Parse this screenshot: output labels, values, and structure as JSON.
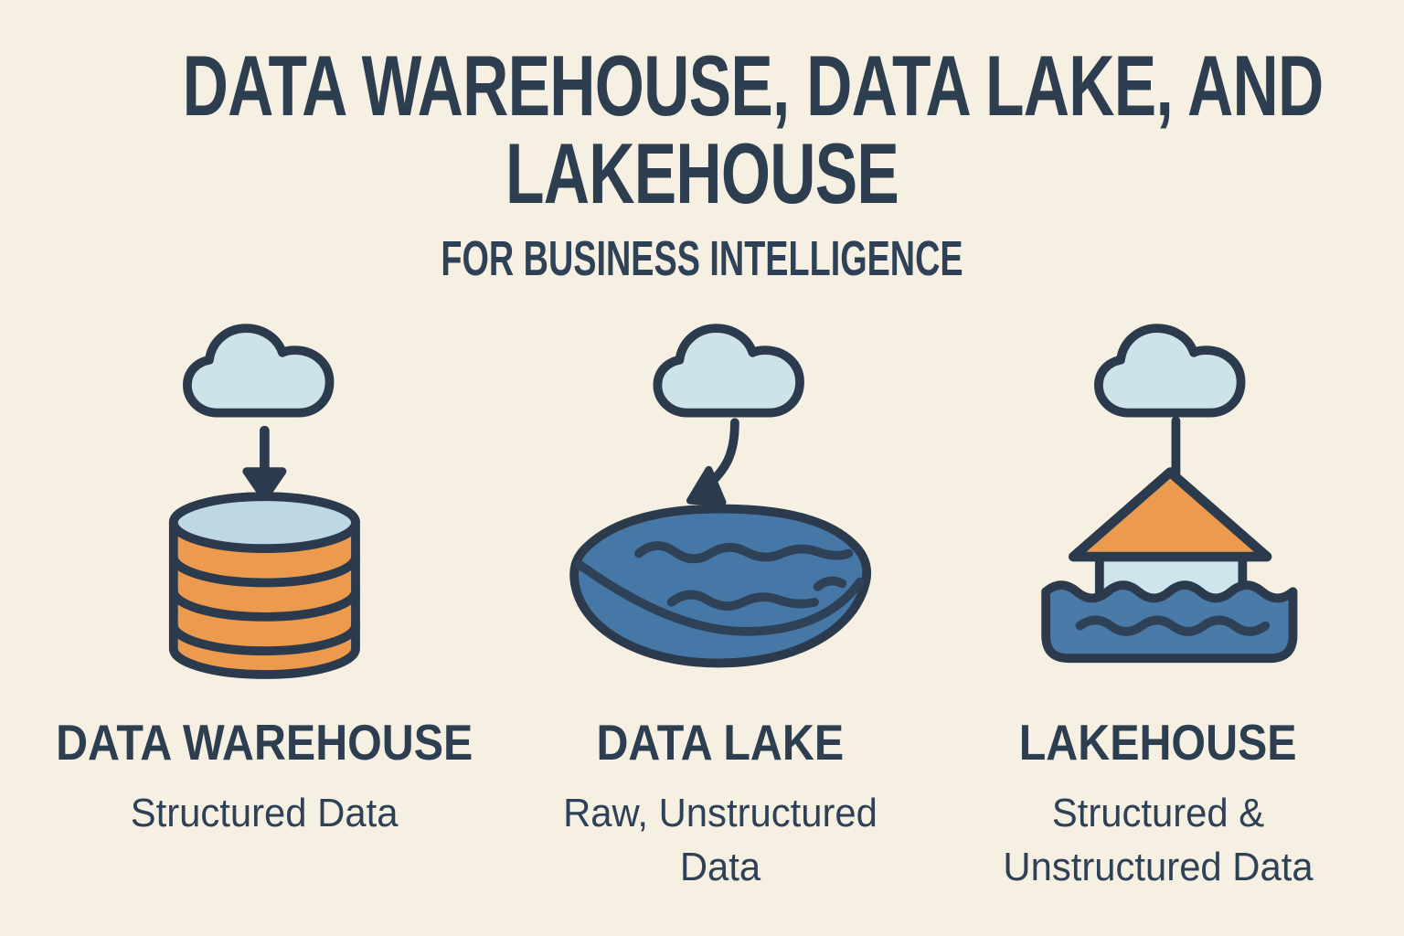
{
  "header": {
    "title_line1": "DATA WAREHOUSE, DATA LAKE, AND",
    "title_line2": "LAKEHOUSE",
    "subtitle": "FOR BUSINESS INTELLIGENCE"
  },
  "columns": [
    {
      "id": "data-warehouse",
      "icon": "cloud-to-database-icon",
      "name": "DATA WAREHOUSE",
      "description": "Structured Data"
    },
    {
      "id": "data-lake",
      "icon": "cloud-to-lake-icon",
      "name": "DATA LAKE",
      "description": "Raw, Unstructured Data"
    },
    {
      "id": "lakehouse",
      "icon": "cloud-to-lakehouse-icon",
      "name": "LAKEHOUSE",
      "description": "Structured & Unstructured Data"
    }
  ],
  "colors": {
    "background": "#f6f0e3",
    "outline_navy": "#2b3a4d",
    "text_navy": "#2d3e50",
    "orange": "#ec9a4d",
    "cloud_light_blue": "#cde3ea",
    "cylinder_top_blue": "#bdd8e3",
    "house_wall_blue": "#cfe5ec",
    "lake_blue": "#4578a7",
    "water_blue": "#4a7aa8"
  }
}
